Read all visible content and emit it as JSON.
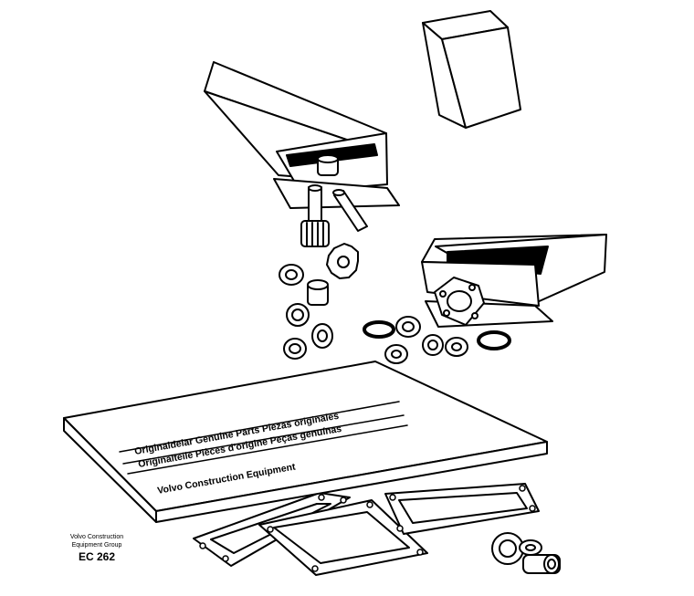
{
  "kit_label": {
    "line1": "Originaldelar Genuine Parts Piezas originales",
    "line2": "Originalteile Pièces d'origine Peças genuínas",
    "line3": "Volvo Construction Equipment"
  },
  "credit": {
    "company_line1": "Volvo Construction",
    "company_line2": "Equipment Group",
    "code": "EC 262"
  }
}
